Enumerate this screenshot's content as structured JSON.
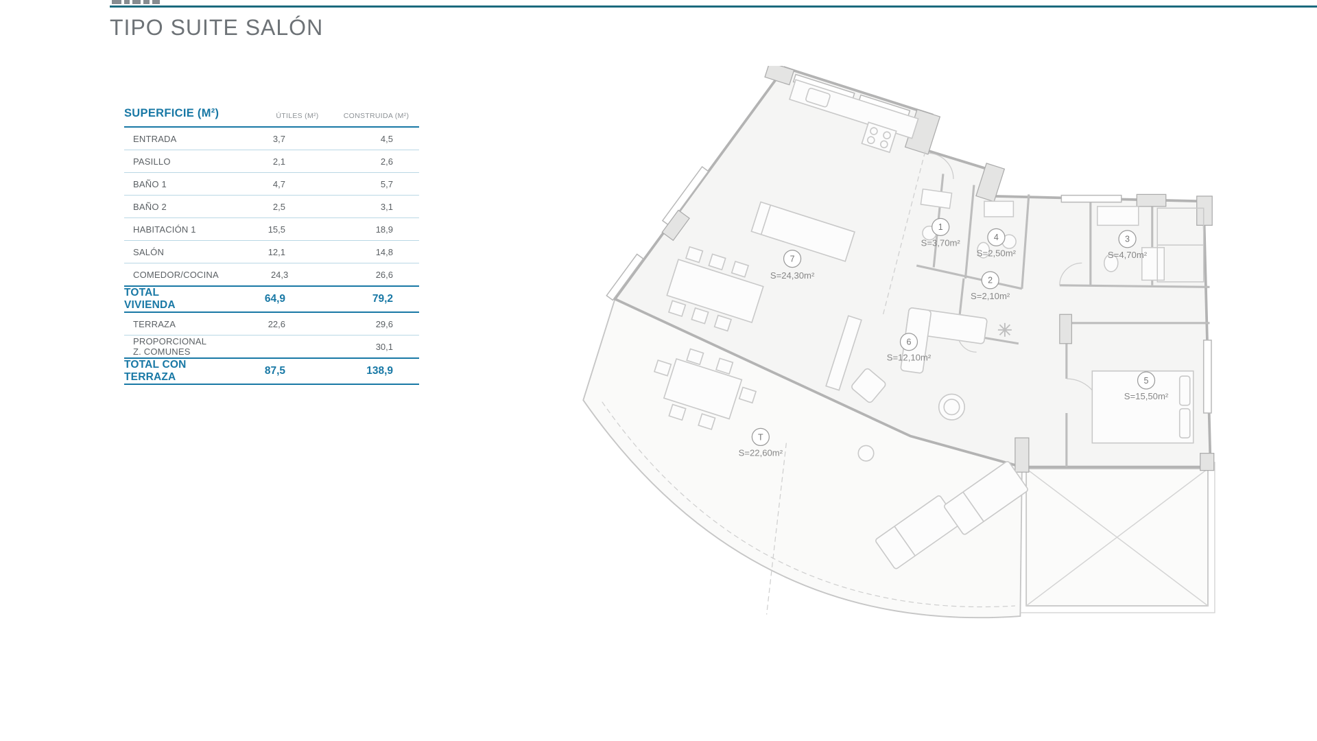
{
  "page": {
    "title": "TIPO SUITE SALÓN"
  },
  "table": {
    "title": "SUPERFICIE (M²)",
    "columns": {
      "utiles": "ÚTILES (M²)",
      "construida": "CONSTRUIDA (M²)"
    },
    "rows": [
      {
        "label": "ENTRADA",
        "utiles": "3,7",
        "construida": "4,5"
      },
      {
        "label": "PASILLO",
        "utiles": "2,1",
        "construida": "2,6"
      },
      {
        "label": "BAÑO 1",
        "utiles": "4,7",
        "construida": "5,7"
      },
      {
        "label": "BAÑO 2",
        "utiles": "2,5",
        "construida": "3,1"
      },
      {
        "label": "HABITACIÓN 1",
        "utiles": "15,5",
        "construida": "18,9"
      },
      {
        "label": "SALÓN",
        "utiles": "12,1",
        "construida": "14,8"
      },
      {
        "label": "COMEDOR/COCINA",
        "utiles": "24,3",
        "construida": "26,6"
      }
    ],
    "total_vivienda": {
      "label": "TOTAL VIVIENDA",
      "utiles": "64,9",
      "construida": "79,2"
    },
    "extra_rows": [
      {
        "label": "TERRAZA",
        "utiles": "22,6",
        "construida": "29,6"
      },
      {
        "label": "PROPORCIONAL Z. COMUNES",
        "utiles": "",
        "construida": "30,1"
      }
    ],
    "total_terraza": {
      "label": "TOTAL CON TERRAZA",
      "utiles": "87,5",
      "construida": "138,9"
    }
  },
  "plan": {
    "rooms": [
      {
        "number": "7",
        "area": "S=24,30m²"
      },
      {
        "number": "1",
        "area": "S=3,70m²"
      },
      {
        "number": "4",
        "area": "S=2,50m²"
      },
      {
        "number": "3",
        "area": "S=4,70m²"
      },
      {
        "number": "2",
        "area": "S=2,10m²"
      },
      {
        "number": "6",
        "area": "S=12,10m²"
      },
      {
        "number": "5",
        "area": "S=15,50m²"
      },
      {
        "number": "T",
        "area": "S=22,60m²"
      }
    ]
  },
  "colors": {
    "accent_blue": "#1878a5",
    "rule_light_blue": "#b9d7e5",
    "top_band_teal": "#1b6a7d",
    "title_gray": "#6d7276",
    "plan_line_gray": "#b9b9b9"
  }
}
